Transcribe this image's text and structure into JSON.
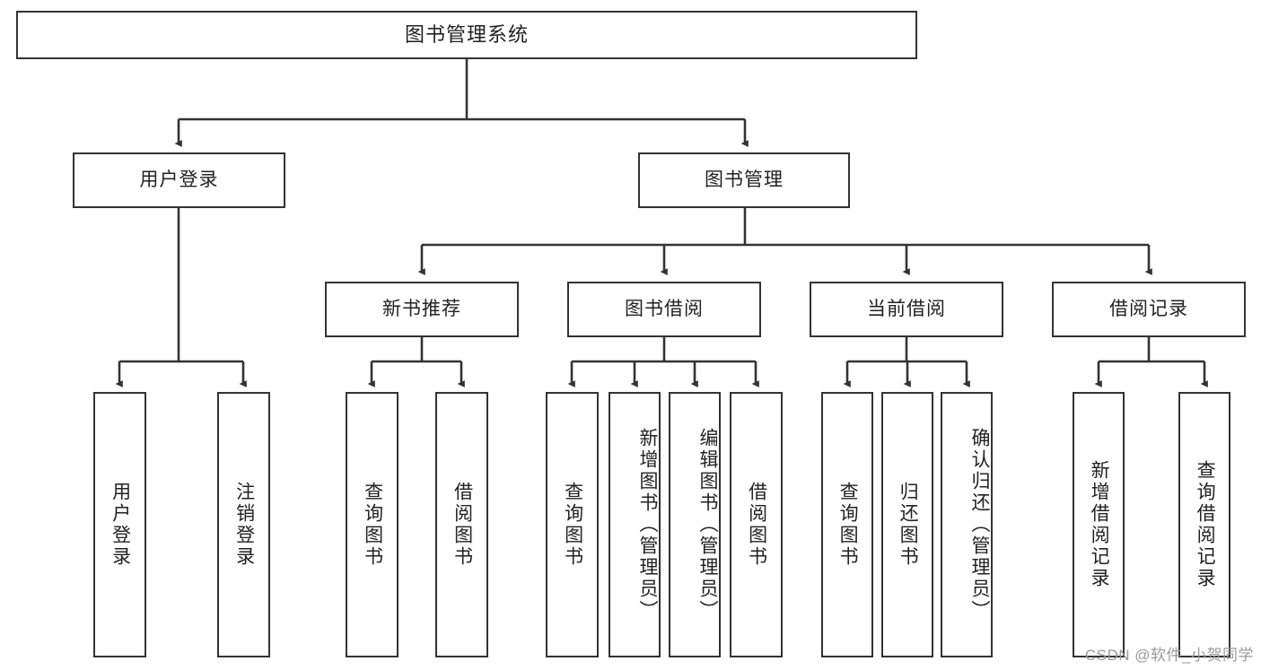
{
  "diagram": {
    "title_box": {
      "label": "图书管理系统"
    },
    "level2": [
      {
        "id": "user-login",
        "label": "用户登录"
      },
      {
        "id": "book-management",
        "label": "图书管理"
      }
    ],
    "level3": [
      {
        "id": "new-book-recommend",
        "label": "新书推荐"
      },
      {
        "id": "book-borrow",
        "label": "图书借阅"
      },
      {
        "id": "current-borrow",
        "label": "当前借阅"
      },
      {
        "id": "borrow-record",
        "label": "借阅记录"
      }
    ],
    "leaves": {
      "user_login": [
        {
          "id": "leaf-user-login",
          "label": "用户登录"
        },
        {
          "id": "leaf-logout-login",
          "label": "注销登录"
        }
      ],
      "new_book_recommend": [
        {
          "id": "leaf-query-book-1",
          "label": "查询图书"
        },
        {
          "id": "leaf-borrow-book-1",
          "label": "借阅图书"
        }
      ],
      "book_borrow": [
        {
          "id": "leaf-query-book-2",
          "label": "查询图书"
        },
        {
          "id": "leaf-add-book",
          "label": "新增图书（管理员）"
        },
        {
          "id": "leaf-edit-book",
          "label": "编辑图书（管理员）"
        },
        {
          "id": "leaf-borrow-book-2",
          "label": "借阅图书"
        }
      ],
      "current_borrow": [
        {
          "id": "leaf-query-book-3",
          "label": "查询图书"
        },
        {
          "id": "leaf-return-book",
          "label": "归还图书"
        },
        {
          "id": "leaf-confirm-return",
          "label": "确认归还（管理员）"
        }
      ],
      "borrow_record": [
        {
          "id": "leaf-add-record",
          "label": "新增借阅记录"
        },
        {
          "id": "leaf-query-record",
          "label": "查询借阅记录"
        }
      ]
    }
  },
  "watermark": {
    "text": "CSDN @软件_小贺同学"
  },
  "colors": {
    "stroke": "#333333",
    "box_fill": "#ffffff",
    "text": "#222222",
    "watermark": "#9a9a9a",
    "background": "#ffffff"
  }
}
